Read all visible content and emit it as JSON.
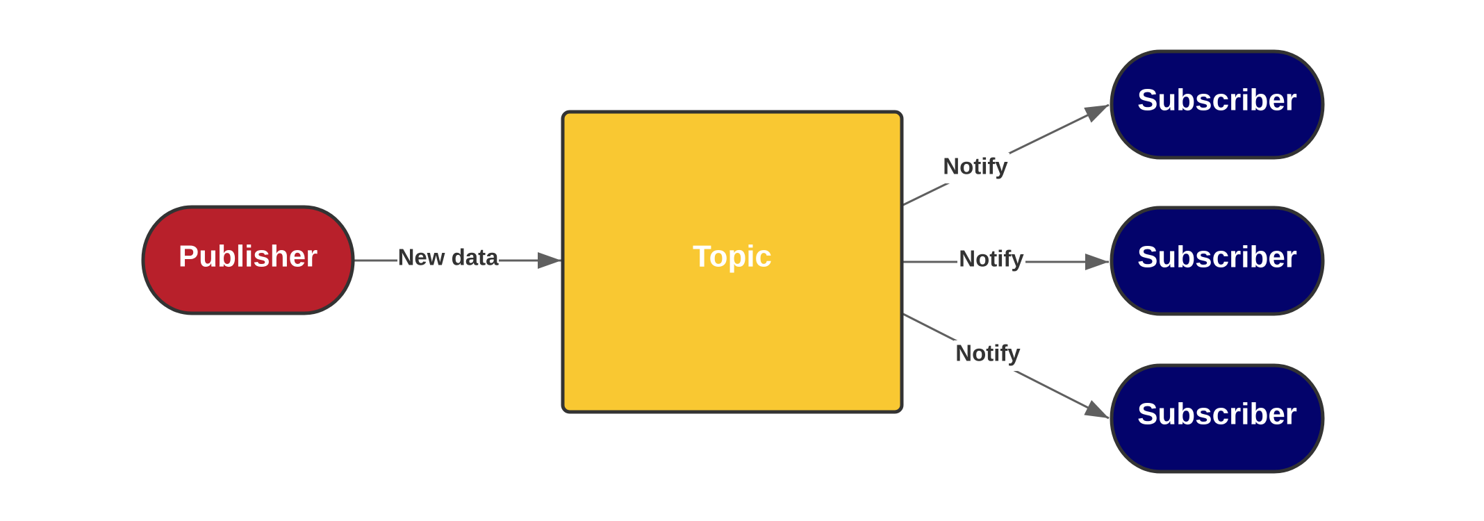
{
  "nodes": {
    "publisher": {
      "label": "Publisher",
      "color": "#b8202b"
    },
    "topic": {
      "label": "Topic",
      "color": "#f9c832"
    },
    "subscribers": [
      {
        "label": "Subscriber",
        "color": "#03036b"
      },
      {
        "label": "Subscriber",
        "color": "#03036b"
      },
      {
        "label": "Subscriber",
        "color": "#03036b"
      }
    ]
  },
  "edges": {
    "publish": {
      "label": "New data"
    },
    "notify": [
      {
        "label": "Notify"
      },
      {
        "label": "Notify"
      },
      {
        "label": "Notify"
      }
    ]
  },
  "colors": {
    "stroke": "#333333",
    "connector": "#5f5f5f",
    "node_text": "#ffffff",
    "edge_text": "#333333"
  }
}
